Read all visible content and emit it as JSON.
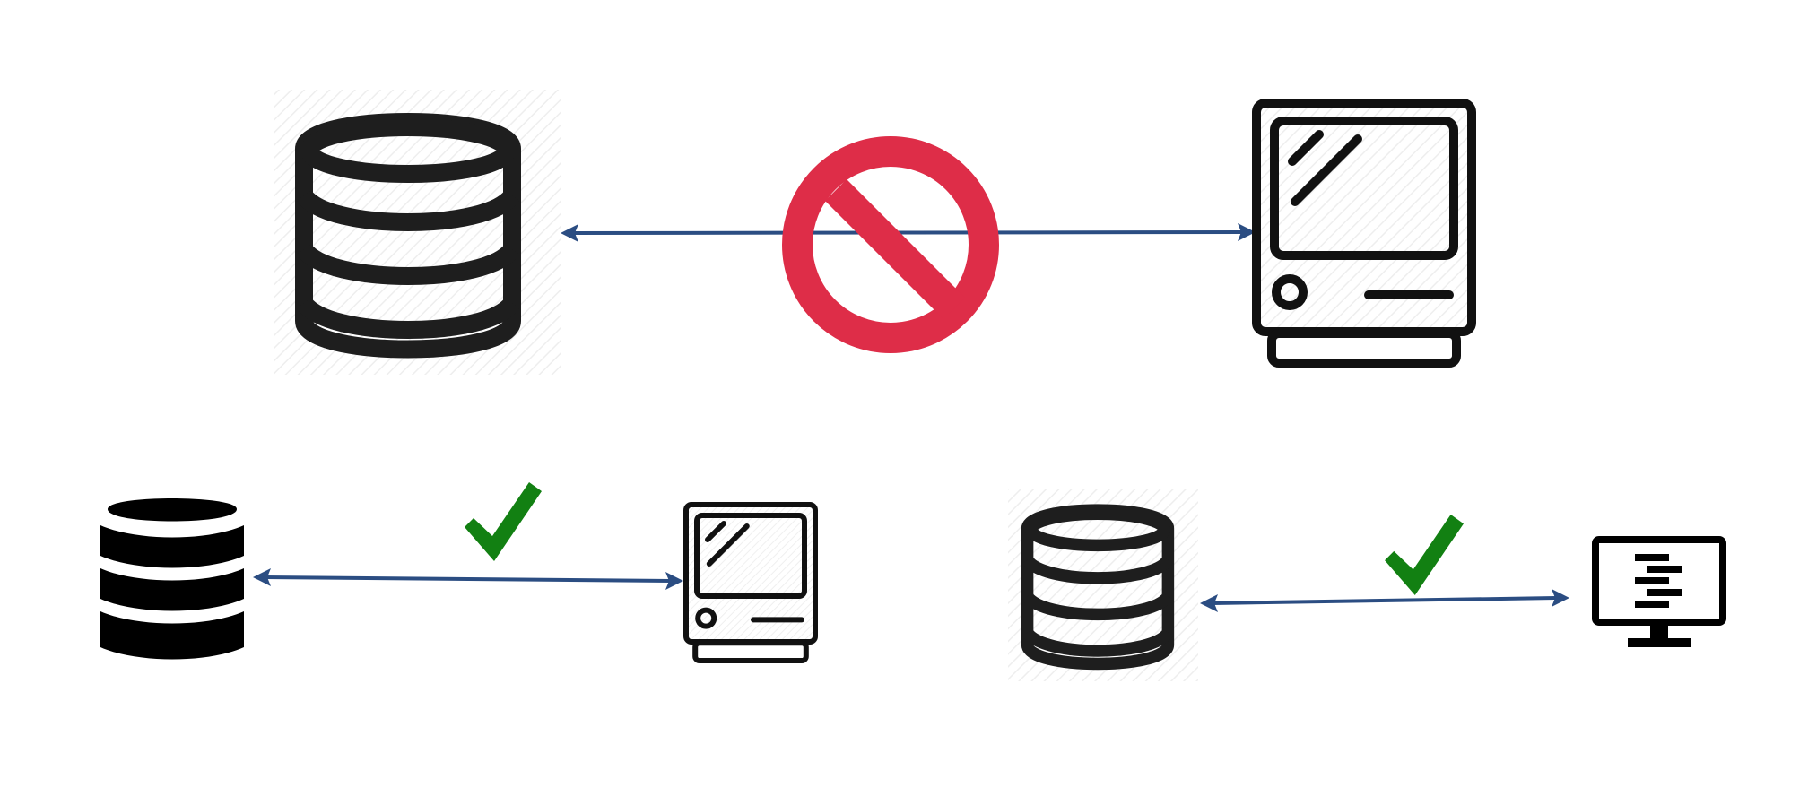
{
  "colors": {
    "background": "#ffffff",
    "icon_stroke": "#1e1e1e",
    "icon_fill": "#000000",
    "arrow": "#2b4d82",
    "prohibited": "#de2d48",
    "check": "#128012",
    "hatch": "#eeeeee"
  },
  "icons": {
    "database": "database-icon",
    "database_solid": "database-solid-icon",
    "computer": "retro-computer-icon",
    "monitor": "monitor-icon",
    "prohibited": "prohibited-icon",
    "check": "checkmark-icon",
    "arrow": "double-headed-arrow"
  },
  "scenes": [
    {
      "name": "database-to-retro-computer-large",
      "from": "database-icon",
      "to": "retro-computer-icon",
      "status": "prohibited-icon"
    },
    {
      "name": "solid-database-to-retro-computer",
      "from": "database-solid-icon",
      "to": "retro-computer-icon",
      "status": "checkmark-icon"
    },
    {
      "name": "database-to-monitor",
      "from": "database-icon",
      "to": "monitor-icon",
      "status": "checkmark-icon"
    }
  ]
}
